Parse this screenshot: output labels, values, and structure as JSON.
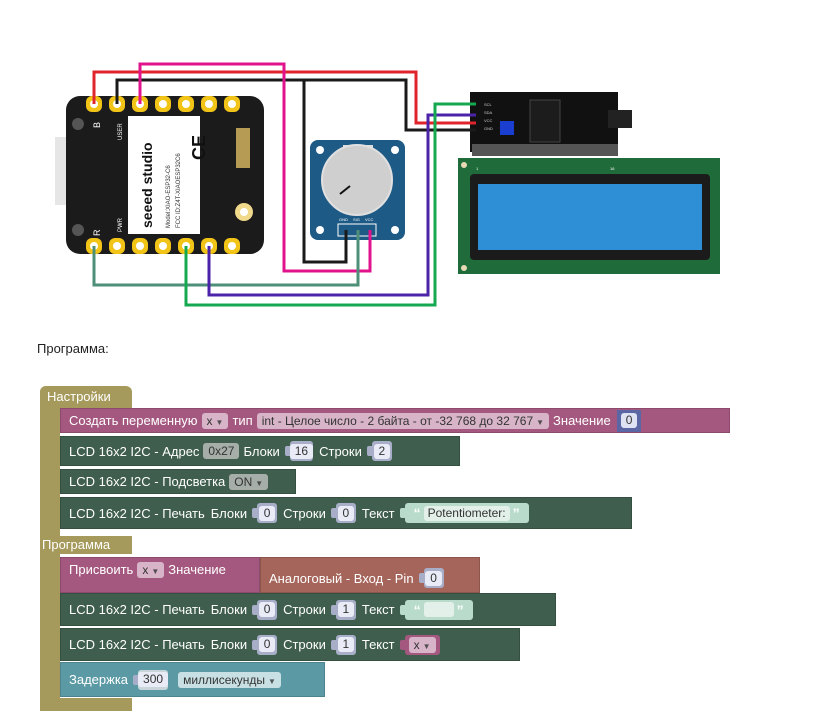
{
  "diagram": {
    "board": {
      "brand": "seeed studio",
      "model": "Model:XIAO-ESP32-C6",
      "fcc": "FCC ID:Z4T-XIAOESP32C6",
      "labels": {
        "b": "B",
        "r": "R",
        "user": "USER",
        "pwr": "PWR"
      }
    },
    "potentiometer": {
      "pins": [
        "GND",
        "SIG",
        "VCC"
      ]
    },
    "i2c_module": {
      "pins": [
        "SCL",
        "SDA",
        "VCC",
        "GND"
      ]
    },
    "lcd": {
      "pin_first": "1",
      "pin_last": "16"
    },
    "wire_colors": {
      "red": "#e0242b",
      "black": "#1a1a1a",
      "magenta": "#e0138c",
      "sea_green": "#4e8f78",
      "indigo": "#4b23a8",
      "green": "#14a850"
    }
  },
  "program_label": "Программа:",
  "blocks": {
    "setup": {
      "title": "Настройки",
      "create_var": {
        "label": "Создать переменную",
        "var": "x",
        "type_label": "тип",
        "type": "int - Целое число - 2 байта - от -32 768 до 32 767",
        "value_label": "Значение",
        "value": "0"
      },
      "lcd_address": {
        "label": "LCD 16x2 I2C - Адрес",
        "address": "0x27",
        "cols_label": "Блоки",
        "cols": "16",
        "rows_label": "Строки",
        "rows": "2"
      },
      "lcd_backlight": {
        "label": "LCD 16x2 I2C - Подсветка",
        "state": "ON"
      },
      "lcd_print": {
        "label": "LCD 16x2 I2C - Печать",
        "cols_label": "Блоки",
        "col": "0",
        "rows_label": "Строки",
        "row": "0",
        "text_label": "Текст",
        "text": "Potentiometer:"
      }
    },
    "loop": {
      "title": "Программа",
      "assign": {
        "label": "Присвоить",
        "var": "x",
        "value_label": "Значение",
        "analog_label": "Аналоговый - Вход - Pin",
        "pin": "0"
      },
      "lcd_print_1": {
        "label": "LCD 16x2 I2C - Печать",
        "cols_label": "Блоки",
        "col": "0",
        "rows_label": "Строки",
        "row": "1",
        "text_label": "Текст",
        "text": ""
      },
      "lcd_print_2": {
        "label": "LCD 16x2 I2C - Печать",
        "cols_label": "Блоки",
        "col": "0",
        "rows_label": "Строки",
        "row": "1",
        "text_label": "Текст",
        "var": "x"
      },
      "delay": {
        "label": "Задержка",
        "value": "300",
        "unit": "миллисекунды"
      }
    }
  }
}
